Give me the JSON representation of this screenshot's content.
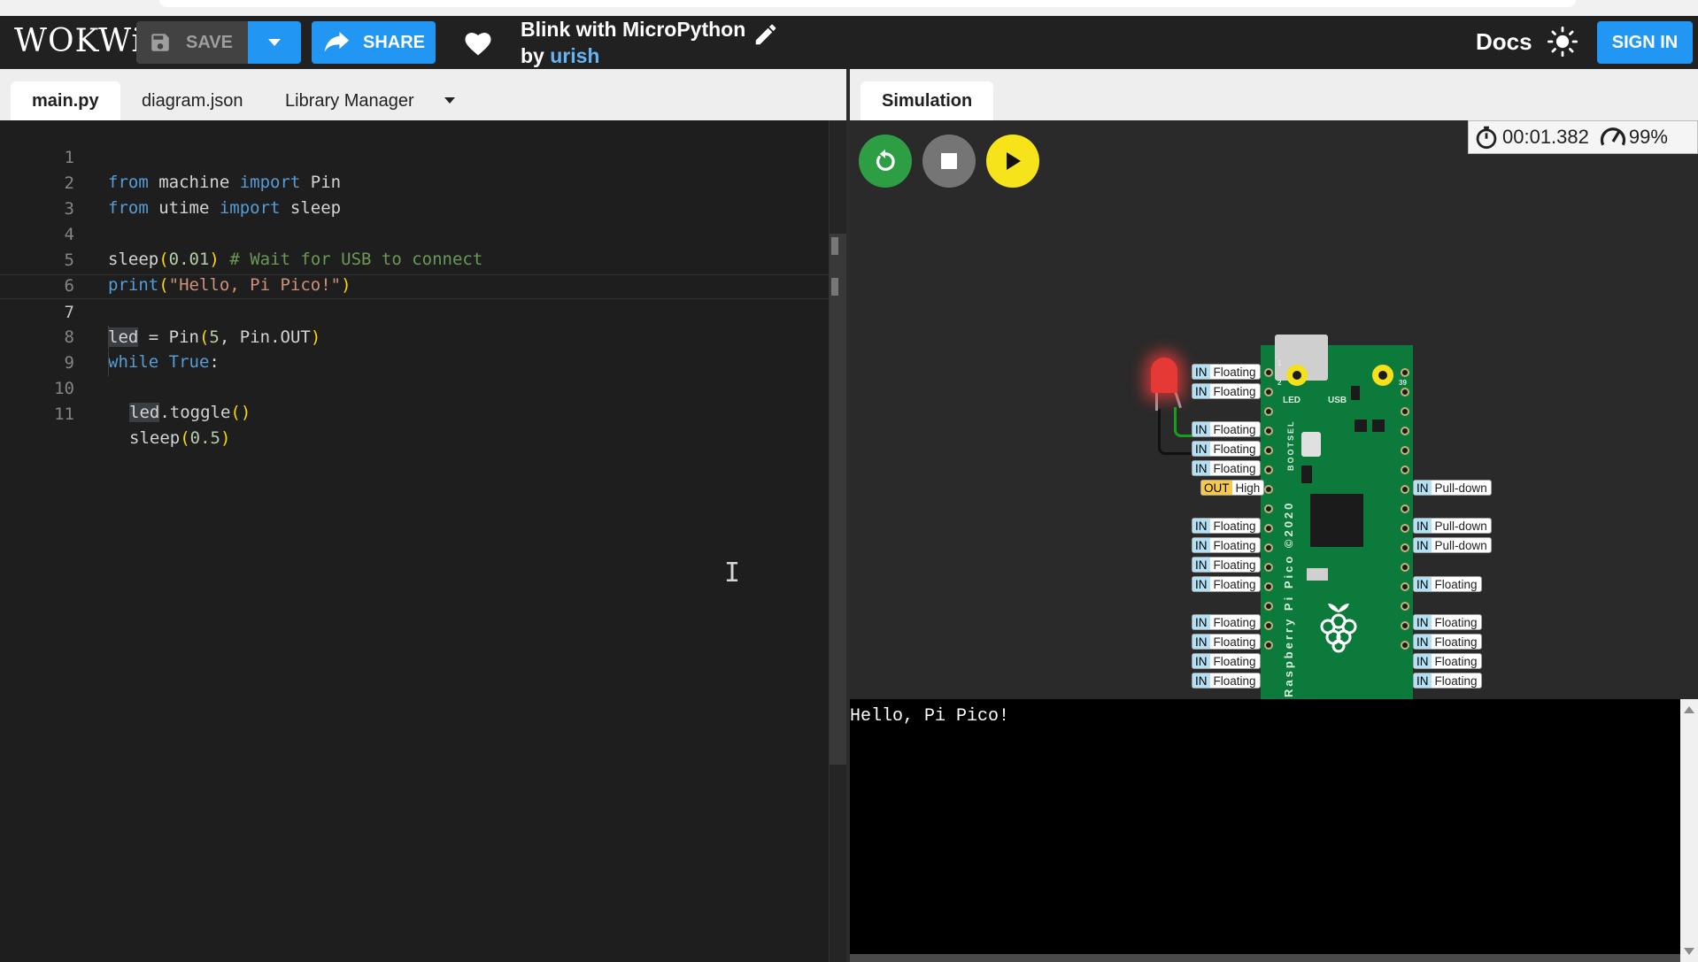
{
  "header": {
    "logo": "WOKWi",
    "save_label": "SAVE",
    "share_label": "SHARE",
    "project_title": "Blink with MicroPython",
    "by_prefix": "by",
    "author": "urish",
    "docs_label": "Docs",
    "signin_label": "SIGN IN"
  },
  "editor": {
    "tabs": [
      {
        "label": "main.py",
        "active": true
      },
      {
        "label": "diagram.json",
        "active": false
      },
      {
        "label": "Library Manager",
        "active": false
      }
    ],
    "current_line": 7,
    "line_numbers": [
      "1",
      "2",
      "3",
      "4",
      "5",
      "6",
      "7",
      "8",
      "9",
      "10",
      "11"
    ],
    "code": {
      "l1": {
        "kw1": "from",
        "t1": " machine ",
        "kw2": "import",
        "t2": " Pin"
      },
      "l2": {
        "kw1": "from",
        "t1": " utime ",
        "kw2": "import",
        "t2": " sleep"
      },
      "l4": {
        "fn": "sleep",
        "open": "(",
        "num": "0.01",
        "close": ")",
        "comment": " # Wait for USB to connect"
      },
      "l5": {
        "fn": "print",
        "open": "(",
        "str": "\"Hello, Pi Pico!\"",
        "close": ")"
      },
      "l7": {
        "var": "led",
        "t1": " = Pin",
        "open": "(",
        "num": "5",
        "t2": ", Pin.OUT",
        "close": ")"
      },
      "l8": {
        "kw1": "while",
        "sp": " ",
        "kw2": "True",
        "colon": ":"
      },
      "l9": {
        "var": "led",
        "t1": ".toggle",
        "open": "(",
        "close": ")"
      },
      "l10": {
        "fn": "sleep",
        "open": "(",
        "num": "0.5",
        "close": ")"
      }
    }
  },
  "simulation": {
    "tab_label": "Simulation",
    "timer": "00:01.382",
    "performance": "99%",
    "board_labels": {
      "led": "LED",
      "usb": "USB",
      "bootsel": "BOOTSEL",
      "side_text": "Raspberry Pi Pico ©2020",
      "pin1": "1",
      "pin2": "2",
      "pin39": "39"
    },
    "left_pins": [
      {
        "dir": "IN",
        "state": "Floating"
      },
      {
        "dir": "IN",
        "state": "Floating"
      },
      {
        "dir": "IN",
        "state": "Floating"
      },
      {
        "dir": "IN",
        "state": "Floating"
      },
      {
        "dir": "IN",
        "state": "Floating"
      },
      {
        "dir": "OUT",
        "state": "High"
      },
      {
        "dir": "IN",
        "state": "Floating"
      },
      {
        "dir": "IN",
        "state": "Floating"
      },
      {
        "dir": "IN",
        "state": "Floating"
      },
      {
        "dir": "IN",
        "state": "Floating"
      },
      {
        "dir": "IN",
        "state": "Floating"
      },
      {
        "dir": "IN",
        "state": "Floating"
      },
      {
        "dir": "IN",
        "state": "Floating"
      },
      {
        "dir": "IN",
        "state": "Floating"
      }
    ],
    "right_pins": [
      {
        "dir": "IN",
        "state": "Pull-down"
      },
      {
        "dir": "IN",
        "state": "Pull-down"
      },
      {
        "dir": "IN",
        "state": "Pull-down"
      },
      {
        "dir": "IN",
        "state": "Floating"
      },
      {
        "dir": "IN",
        "state": "Floating"
      },
      {
        "dir": "IN",
        "state": "Floating"
      },
      {
        "dir": "IN",
        "state": "Floating"
      },
      {
        "dir": "IN",
        "state": "Floating"
      }
    ],
    "serial_output": "Hello, Pi Pico!"
  },
  "colors": {
    "accent": "#2196f3",
    "run_button": "#f7e31a",
    "restart_button": "#2e9e44",
    "led_on": "#e53935",
    "board": "#0b7a3b"
  },
  "icons": [
    "save-icon",
    "chevron-down-icon",
    "share-icon",
    "heart-icon",
    "edit-icon",
    "sun-icon",
    "restart-icon",
    "stop-icon",
    "play-icon",
    "stopwatch-icon",
    "speedometer-icon"
  ]
}
